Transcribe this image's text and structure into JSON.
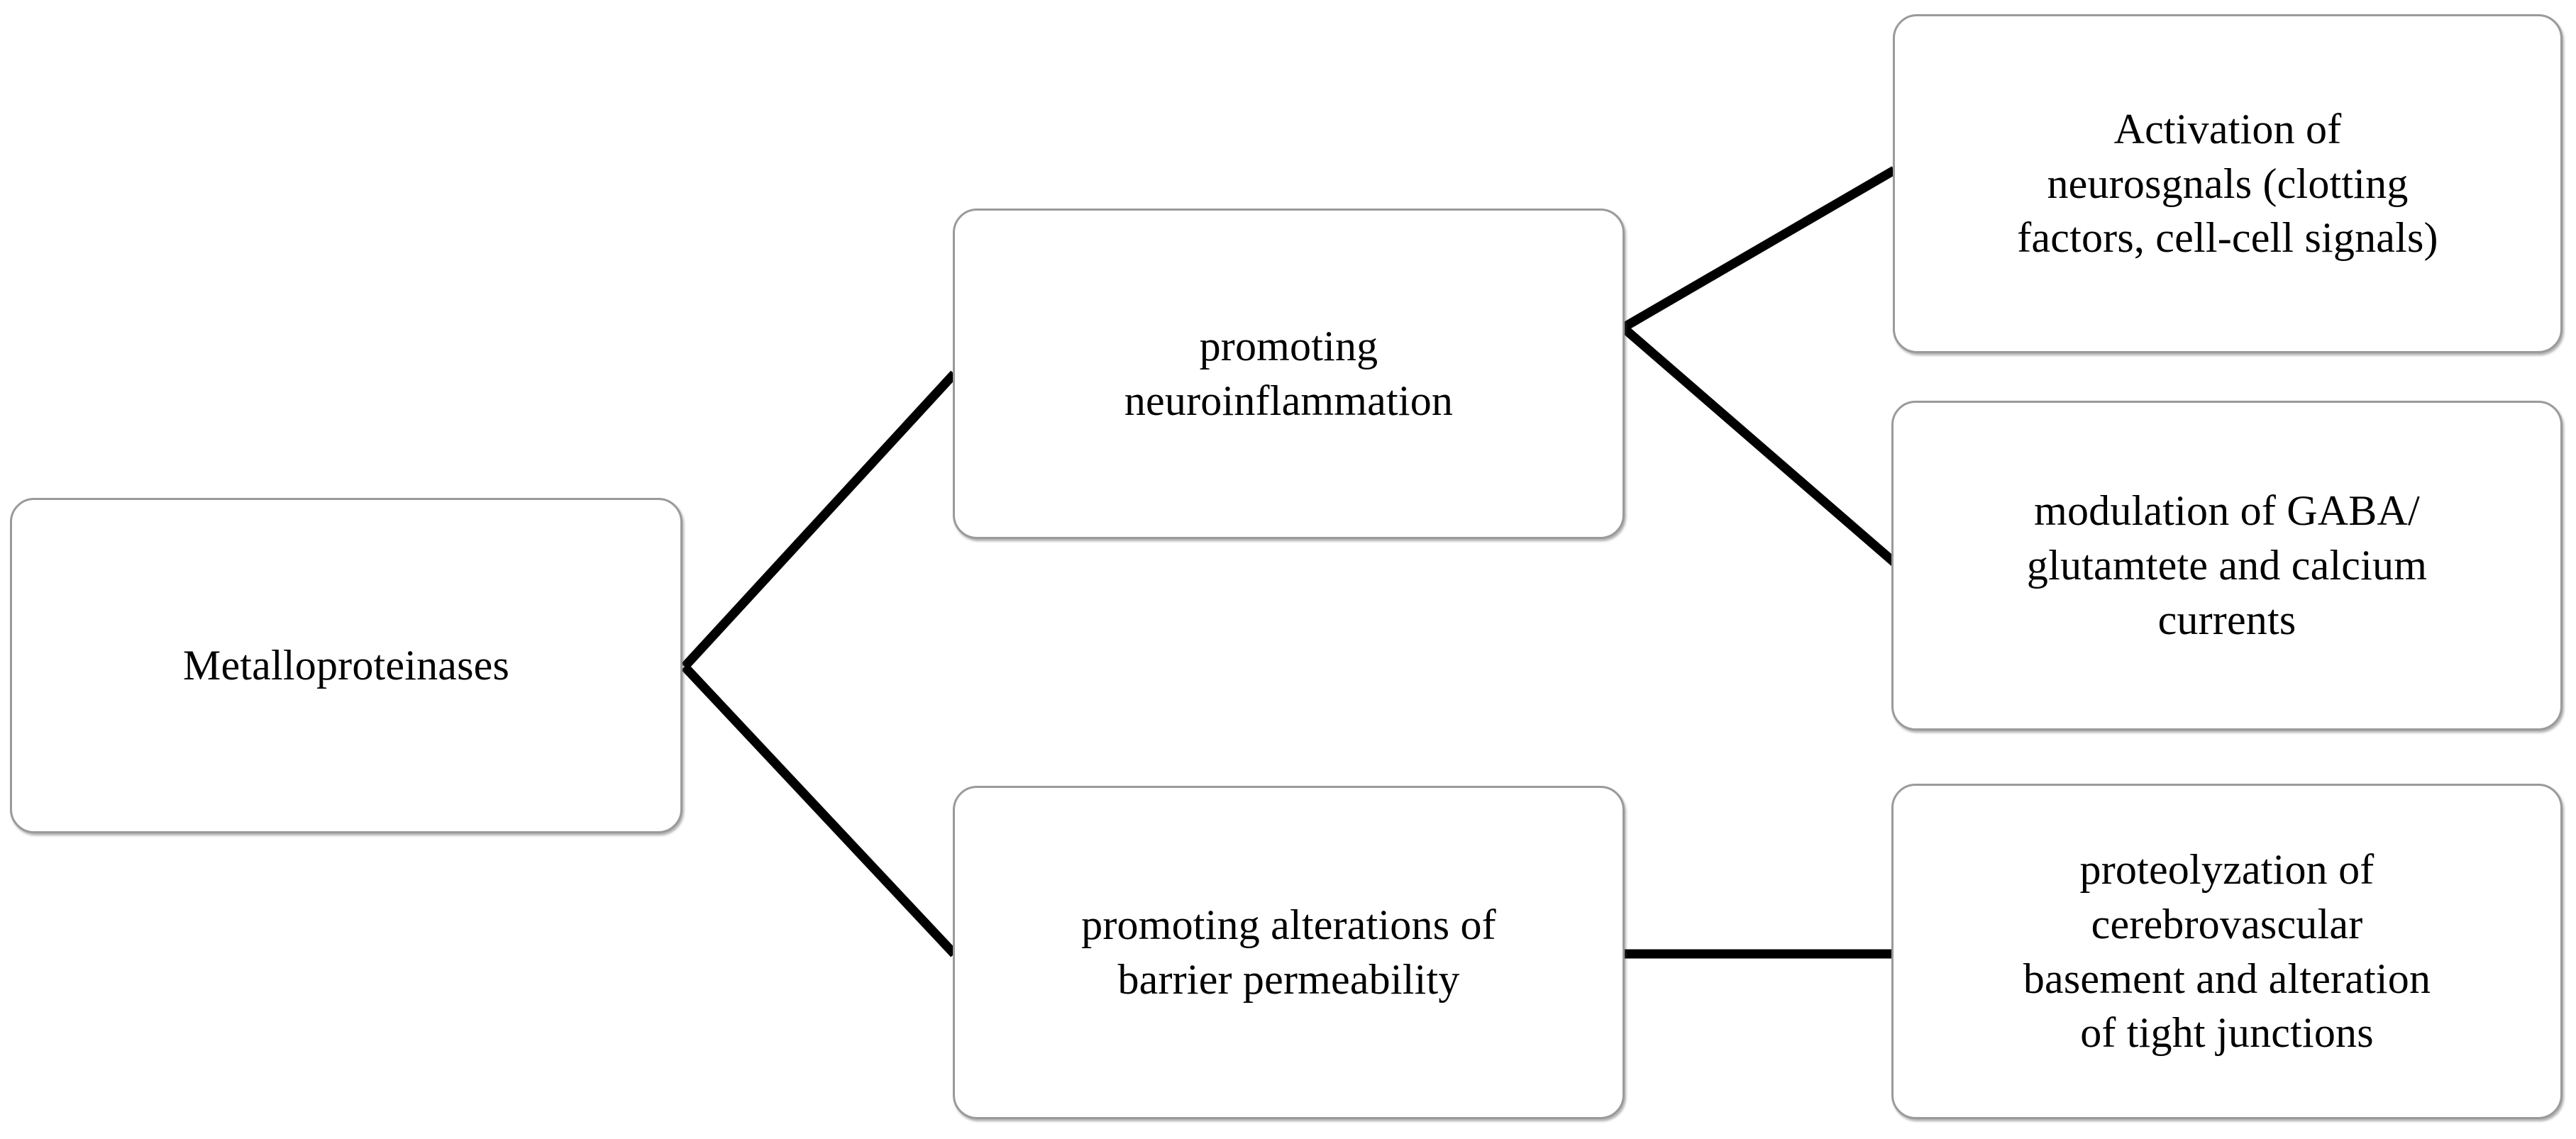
{
  "diagram": {
    "title": "Metalloproteinases mechanism flow diagram",
    "background_color": "#ffffff",
    "node_border_color": "#9a9a9a",
    "node_fill_color": "#ffffff",
    "connector_color": "#000000",
    "text_color": "#000000",
    "nodes": [
      {
        "id": "root",
        "label": "Metalloproteinases",
        "level": 0
      },
      {
        "id": "neuro",
        "label": "promoting\nneuroinflammation",
        "level": 1
      },
      {
        "id": "barrier",
        "label": "promoting alterations of\nbarrier permeability",
        "level": 1
      },
      {
        "id": "activation",
        "label": "Activation of\nneurosgnals (clotting\nfactors, cell-cell signals)",
        "level": 2
      },
      {
        "id": "gaba",
        "label": "modulation of GABA/\nglutamtete and calcium\ncurrents",
        "level": 2
      },
      {
        "id": "proteo",
        "label": "proteolyzation of\ncerebrovascular\nbasement and  alteration\nof tight junctions",
        "level": 2
      }
    ],
    "edges": [
      {
        "id": "edge-root-neuro",
        "from": "root",
        "to": "neuro"
      },
      {
        "id": "edge-root-barrier",
        "from": "root",
        "to": "barrier"
      },
      {
        "id": "edge-neuro-activation",
        "from": "neuro",
        "to": "activation"
      },
      {
        "id": "edge-neuro-gaba",
        "from": "neuro",
        "to": "gaba"
      },
      {
        "id": "edge-barrier-proteo",
        "from": "barrier",
        "to": "proteo"
      }
    ]
  }
}
